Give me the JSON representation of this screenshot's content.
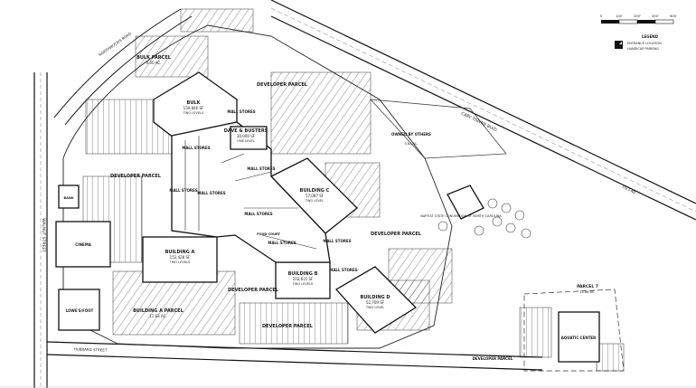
{
  "scale_bar": {
    "ticks": [
      "0",
      "100'",
      "200'",
      "400'",
      "600'"
    ]
  },
  "legend": {
    "title": "LEGEND",
    "items": [
      {
        "label": "ENTRANCE LOCATION"
      },
      {
        "label": "HANDICAP PARKING"
      }
    ]
  },
  "roads": {
    "walnut_street": "WALNUT STREET",
    "cary_towne_blvd": "CARY TOWNE BLVD.",
    "to_i40": "TO I-40",
    "hubbard_street": "HUBBARD STREET",
    "northwoods_road": "NORTHWOODS ROAD"
  },
  "parcels": {
    "bulk_parcel": {
      "name": "BULK PARCEL",
      "sub": "4.45 AC."
    },
    "bulk": {
      "name": "BULK",
      "area": "150,840 SF",
      "levels": "TWO LEVELS"
    },
    "developer_parcel_top": {
      "name": "DEVELOPER PARCEL"
    },
    "developer_parcel_left": {
      "name": "DEVELOPER PARCEL"
    },
    "dave_busters": {
      "name": "DAVE & BUSTERS",
      "area": "30,000 SF",
      "levels": "ONE LEVEL"
    },
    "building_c": {
      "name": "BUILDING C",
      "area": "57,087 SF",
      "levels": "TWO LEVEL"
    },
    "building_a": {
      "name": "BUILDING A",
      "area": "152,428 SF",
      "levels": "TWO LEVELS"
    },
    "building_b": {
      "name": "BUILDING B",
      "area": "103,615 SF",
      "levels": "TWO LEVELS"
    },
    "building_d": {
      "name": "BUILDING D",
      "area": "52,709 SF",
      "levels": "TWO LEVEL"
    },
    "building_a_parcel": {
      "name": "BUILDING A PARCEL",
      "sub": "11.63 AC."
    },
    "developer_parcel_mid": {
      "name": "DEVELOPER PARCEL"
    },
    "developer_parcel_bottom": {
      "name": "DEVELOPER PARCEL"
    },
    "developer_parcel_right": {
      "name": "DEVELOPER PARCEL"
    },
    "owned_by_others": {
      "name": "OWNED BY OTHERS",
      "sub": "0.82 AC."
    },
    "baptist_state": {
      "name": "BAPTIST STATE CONVENTION OF NORTH CAROLINA"
    },
    "parcel_7": {
      "name": "PARCEL 7",
      "sub": "12.88 AC."
    },
    "aquatic_center": {
      "name": "AQUATIC CENTER"
    },
    "lowe_s": {
      "name": "LOWE'S/FOOT"
    },
    "cinema": {
      "name": "CINEMA"
    },
    "bank": {
      "name": "BANK"
    },
    "developer_parcel_corner": {
      "name": "DEVELOPER PARCEL"
    }
  },
  "mall_stores": [
    "MALL STORES",
    "MALL STORES",
    "MALL STORES",
    "MALL STORES",
    "MALL STORES",
    "MALL STORES",
    "MALL STORES",
    "MALL STORES",
    "MALL STORES"
  ],
  "food_court": "FOOD COURT"
}
